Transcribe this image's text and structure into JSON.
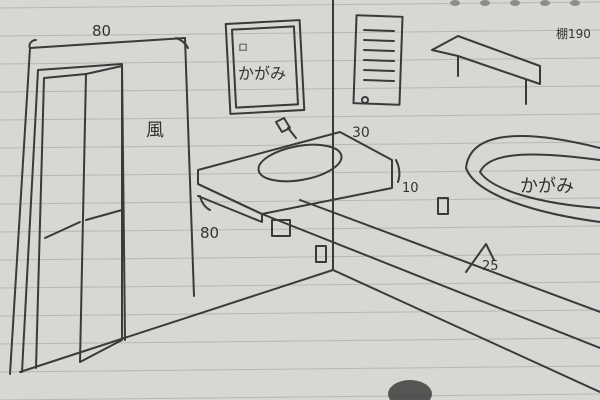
{
  "sketch": {
    "labels": {
      "door_width": "80",
      "sink_depth": "80",
      "counter_width": "30",
      "counter_gap": "10",
      "ledge_width": "25",
      "corner_note": "棚190",
      "mirror_left": "かがみ",
      "mirror_right": "かがみ",
      "fan_symbol": "風",
      "mirror_left_small": "ロ"
    }
  }
}
